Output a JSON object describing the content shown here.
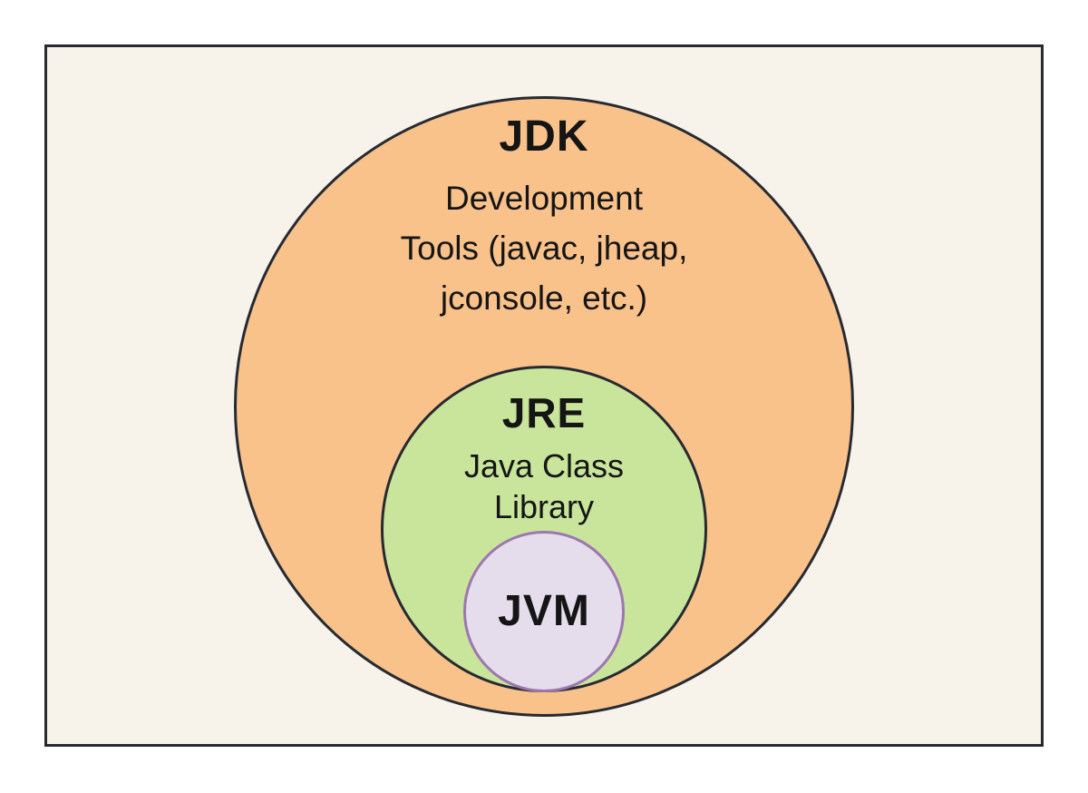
{
  "diagram": {
    "type": "nested-euler-diagram",
    "text_color": "#151515",
    "frame": {
      "page_background": "#ffffff",
      "background": "#f7f3ea",
      "border_color": "#262a32"
    },
    "jdk": {
      "label": "JDK",
      "lines": [
        "Development",
        "Tools (javac, jheap,",
        "jconsole, etc.)"
      ],
      "fill": "#f9c28a",
      "border_color": "#262a32"
    },
    "jre": {
      "label": "JRE",
      "lines": [
        "Java Class",
        "Library"
      ],
      "fill": "#c9e59b",
      "border_color": "#262a32"
    },
    "jvm": {
      "label": "JVM",
      "fill": "#e5dcec",
      "border_color": "#9d77ae"
    }
  }
}
